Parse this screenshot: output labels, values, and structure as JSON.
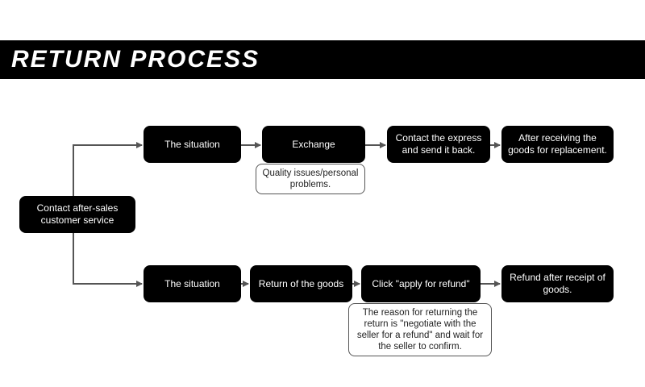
{
  "banner": {
    "title": "RETURN PROCESS"
  },
  "start": {
    "label": "Contact after-sales customer service"
  },
  "exchange_path": {
    "situation": "The situation",
    "exchange": "Exchange",
    "contact_express": "Contact the express and send it back.",
    "after_receiving": "After receiving the goods for replacement.",
    "note": "Quality issues/personal problems."
  },
  "return_path": {
    "situation": "The situation",
    "return_goods": "Return of the goods",
    "apply_refund": "Click \"apply for refund\"",
    "refund_after": "Refund after receipt of goods.",
    "note": "The reason for returning the return is \"negotiate with the seller for a refund\" and wait for the seller to confirm."
  },
  "colors": {
    "node_bg": "#000000",
    "node_text": "#ffffff",
    "arrow": "#555555",
    "note_border": "#555555"
  }
}
